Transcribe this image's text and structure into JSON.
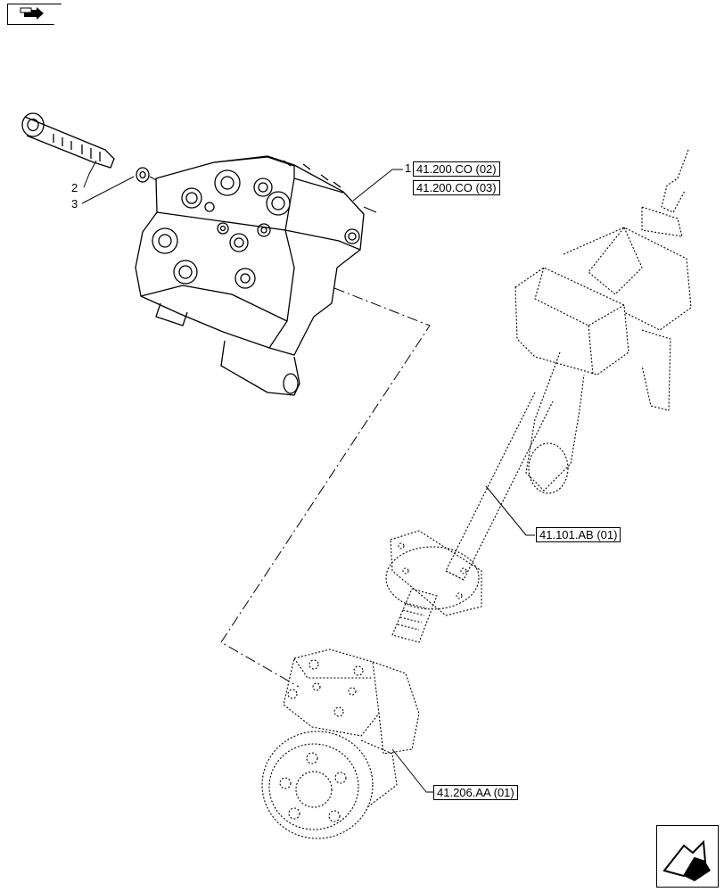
{
  "drawing": {
    "callouts": [
      {
        "number": "1"
      },
      {
        "number": "2"
      },
      {
        "number": "3"
      }
    ],
    "references": [
      {
        "label": "41.200.CO (02)"
      },
      {
        "label": "41.200.CO (03)"
      },
      {
        "label": "41.101.AB (01)"
      },
      {
        "label": "41.206.AA (01)"
      }
    ]
  },
  "navigation": {
    "previous_icon": "arrow-page-previous-icon",
    "next_icon": "arrow-page-next-icon"
  }
}
